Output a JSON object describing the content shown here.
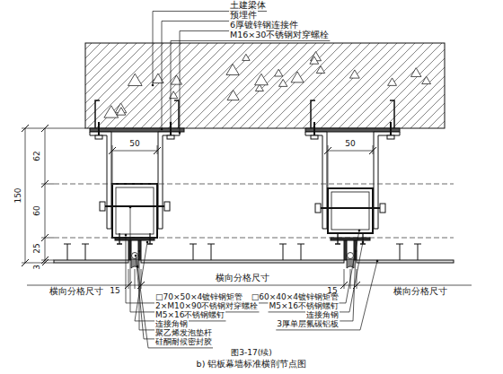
{
  "diagram": {
    "caption": "b) 铝板幕墙标准横剖节点图",
    "labels": [
      "土建梁体",
      "预埋件",
      "6厚镀锌钢连接件",
      "M16×30不锈钢对穿螺栓",
      "50",
      "50",
      "62",
      "150",
      "60",
      "25",
      "3",
      "横向分格尺寸",
      "15",
      "横向分格尺寸",
      "15",
      "横向分格尺寸",
      "□70×50×4镀锌钢矩管",
      "2×M10×90不锈钢对穿螺栓",
      "M5×16不锈钢螺钉",
      "连接角钢",
      "聚乙烯发泡垫杆",
      "硅酮耐候密封胶",
      "□60×40×4镀锌钢矩管",
      "M5×16不锈钢螺钉",
      "连接角钢",
      "3厚单层氟碳铝板",
      "图3-17(续)"
    ]
  }
}
